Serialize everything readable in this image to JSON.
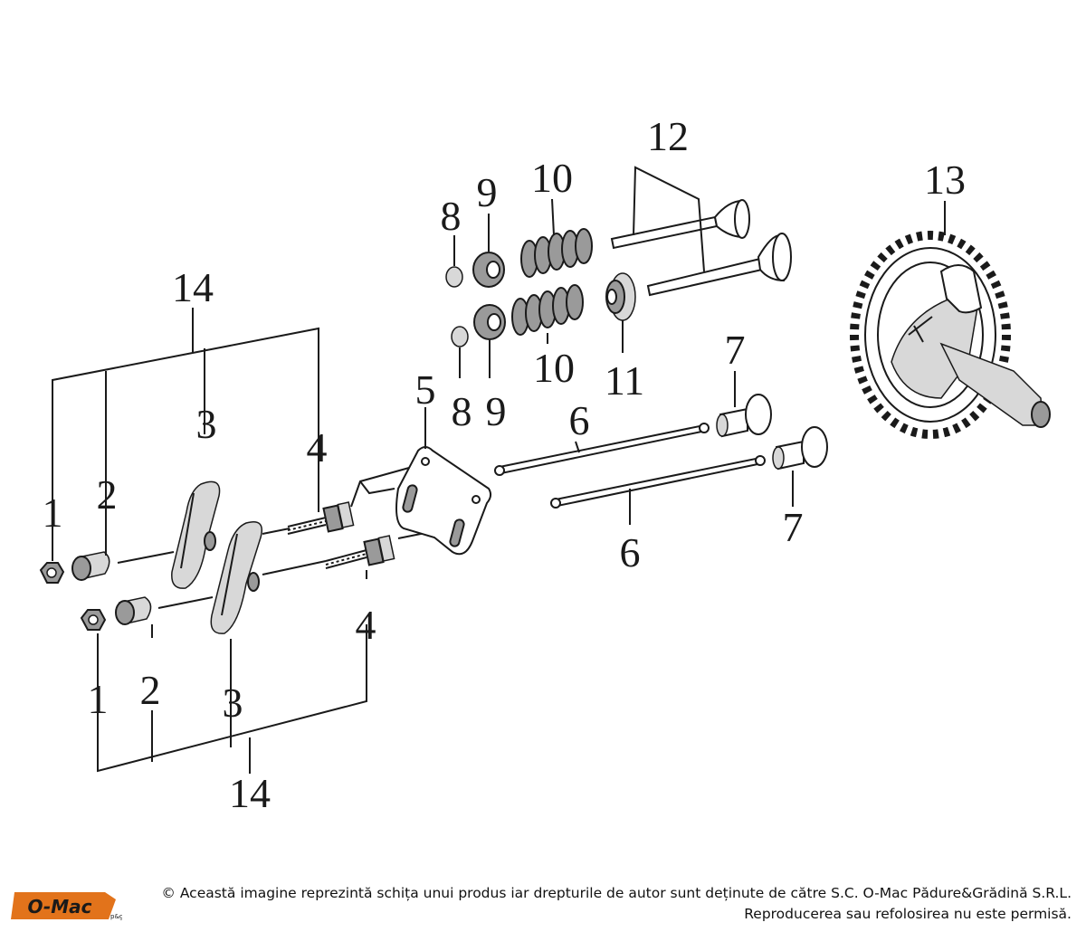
{
  "diagram": {
    "labels": {
      "l1a": "1",
      "l1b": "1",
      "l2a": "2",
      "l2b": "2",
      "l3a": "3",
      "l3b": "3",
      "l4a": "4",
      "l4b": "4",
      "l5": "5",
      "l6a": "6",
      "l6b": "6",
      "l7a": "7",
      "l7b": "7",
      "l8a": "8",
      "l8b": "8",
      "l9a": "9",
      "l9b": "9",
      "l10a": "10",
      "l10b": "10",
      "l11": "11",
      "l12": "12",
      "l13": "13",
      "l14a": "14",
      "l14b": "14"
    }
  },
  "footer": {
    "logo_text": "O-Mac",
    "logo_suffix": "p&g",
    "copyright_line1": "© Această imagine reprezintă schița unui produs iar drepturile de autor sunt deținute de către S.C. O-Mac Pădure&Grădină S.R.L.",
    "copyright_line2": "Reproducerea sau refolosirea nu este permisă.",
    "brand_color": "#e2731b"
  }
}
